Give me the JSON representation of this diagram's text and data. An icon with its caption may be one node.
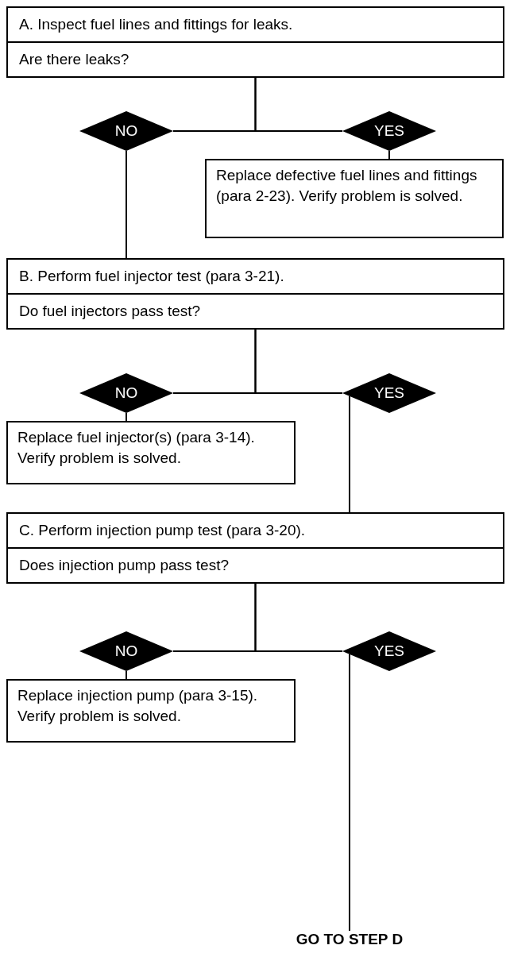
{
  "diagram": {
    "nodes": [
      {
        "text": [
          "A. Inspect fuel lines and fittings for leaks.",
          "Are there leaks?"
        ]
      },
      {
        "text": [
          "NO"
        ]
      },
      {
        "text": [
          "YES"
        ]
      },
      {
        "text": [
          "Replace defective fuel lines and fittings (para 2-23). Verify problem is solved."
        ]
      },
      {
        "text": [
          "B. Perform fuel injector test (para 3-21).",
          "Do fuel injectors pass test?"
        ]
      },
      {
        "text": [
          "NO"
        ]
      },
      {
        "text": [
          "YES"
        ]
      },
      {
        "text": [
          "Replace fuel injector(s) (para 3-14). Verify problem is solved."
        ]
      },
      {
        "text": [
          "C. Perform injection pump test (para 3-20).",
          "Does injection pump pass test?"
        ]
      },
      {
        "text": [
          "NO"
        ]
      },
      {
        "text": [
          "YES"
        ]
      },
      {
        "text": [
          "Replace injection pump (para 3-15). Verify problem is solved."
        ]
      },
      {
        "text": [
          "GO TO STEP D"
        ]
      }
    ],
    "edges": [
      {
        "from": 0,
        "to": 1,
        "arrow": "none"
      },
      {
        "from": 0,
        "to": 2,
        "arrow": "none"
      },
      {
        "from": 2,
        "to": 3,
        "arrow": "none"
      },
      {
        "from": 1,
        "to": 4,
        "arrow": "none"
      },
      {
        "from": 4,
        "to": 5,
        "arrow": "none"
      },
      {
        "from": 4,
        "to": 6,
        "arrow": "none"
      },
      {
        "from": 5,
        "to": 7,
        "arrow": "none"
      },
      {
        "from": 6,
        "to": 8,
        "arrow": "none"
      },
      {
        "from": 8,
        "to": 9,
        "arrow": "none"
      },
      {
        "from": 8,
        "to": 10,
        "arrow": "none"
      },
      {
        "from": 9,
        "to": 11,
        "arrow": "none"
      },
      {
        "from": 10,
        "to": 12,
        "arrow": "none"
      }
    ]
  }
}
